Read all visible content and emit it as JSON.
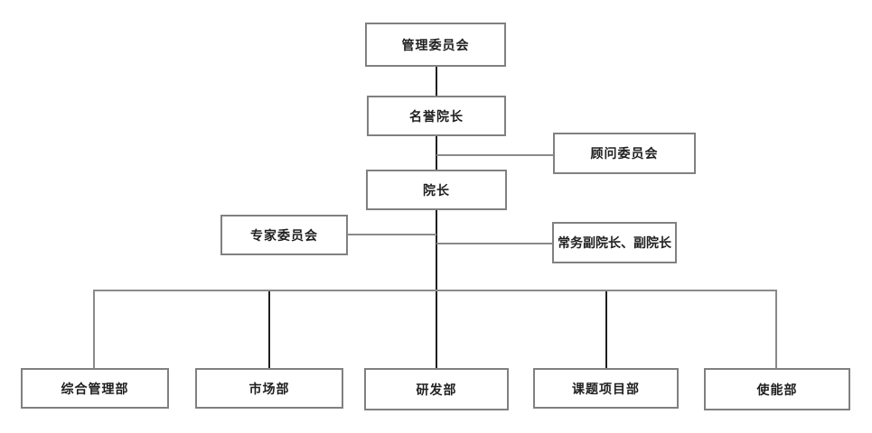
{
  "nodes": {
    "management_committee": "管理委员会",
    "honorary_dean": "名誉院长",
    "advisory_committee": "顾问委员会",
    "dean": "院长",
    "expert_committee": "专家委员会",
    "vice_deans": "常务副院长、副院长",
    "dept_general_management": "综合管理部",
    "dept_marketing": "市场部",
    "dept_rnd": "研发部",
    "dept_projects": "课题项目部",
    "dept_enablement": "使能部"
  },
  "connections": [
    {
      "from": "管理委员会",
      "to": "名誉院长",
      "style": "vertical-dark"
    },
    {
      "from": "名誉院长",
      "to": "院长",
      "style": "vertical-dark"
    },
    {
      "from": "trunk",
      "to": "顾问委员会",
      "style": "horizontal-gray"
    },
    {
      "from": "专家委员会",
      "to": "trunk",
      "style": "horizontal-gray"
    },
    {
      "from": "trunk",
      "to": "常务副院长、副院长",
      "style": "horizontal-gray"
    },
    {
      "from": "院长",
      "to": "综合管理部",
      "style": "trunk-distribution"
    },
    {
      "from": "院长",
      "to": "市场部",
      "style": "trunk-distribution"
    },
    {
      "from": "院长",
      "to": "研发部",
      "style": "trunk-distribution"
    },
    {
      "from": "院长",
      "to": "课题项目部",
      "style": "trunk-distribution"
    },
    {
      "from": "院长",
      "to": "使能部",
      "style": "trunk-distribution"
    }
  ],
  "colors": {
    "background": "#ffffff",
    "box_border": "#808080",
    "connector_gray": "#8a8a8a",
    "trunk_dark": "#1f1f1f",
    "text": "#1f1f1f"
  }
}
